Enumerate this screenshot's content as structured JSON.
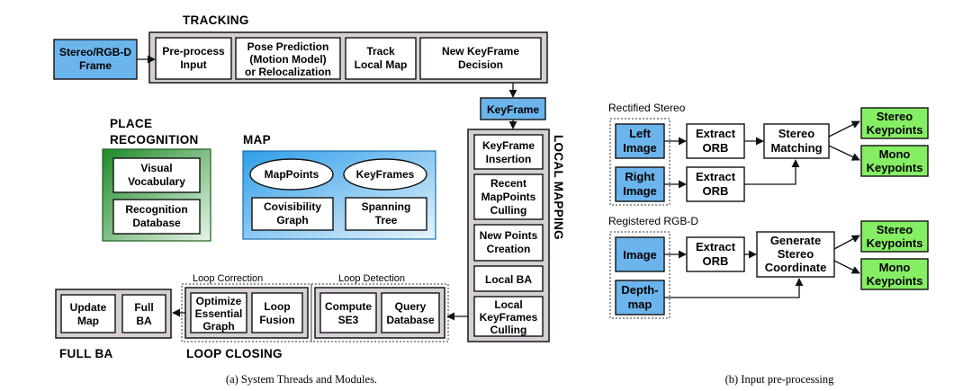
{
  "a": {
    "tracking_title": "TRACKING",
    "input_frame": [
      "Stereo/RGB-D",
      "Frame"
    ],
    "tracking_steps": [
      [
        "Pre-process",
        "Input"
      ],
      [
        "Pose Prediction",
        "(Motion Model)",
        "or Relocalization"
      ],
      [
        "Track",
        "Local Map"
      ],
      [
        "New KeyFrame",
        "Decision"
      ]
    ],
    "keyframe": "KeyFrame",
    "place_recognition_title": [
      "PLACE",
      "RECOGNITION"
    ],
    "place_recognition_items": [
      [
        "Visual",
        "Vocabulary"
      ],
      [
        "Recognition",
        "Database"
      ]
    ],
    "map_title": "MAP",
    "map_items": {
      "mappoints": "MapPoints",
      "keyframes": "KeyFrames",
      "covisibility": [
        "Covisibility",
        "Graph"
      ],
      "spanning": [
        "Spanning",
        "Tree"
      ]
    },
    "local_mapping_title": "LOCAL MAPPING",
    "local_mapping_steps": [
      [
        "KeyFrame",
        "Insertion"
      ],
      [
        "Recent",
        "MapPoints",
        "Culling"
      ],
      [
        "New Points",
        "Creation"
      ],
      [
        "Local BA"
      ],
      [
        "Local",
        "KeyFrames",
        "Culling"
      ]
    ],
    "loop_detection_label": "Loop Detection",
    "loop_detection_steps": [
      [
        "Compute",
        "SE3"
      ],
      [
        "Query",
        "Database"
      ]
    ],
    "loop_correction_label": "Loop Correction",
    "loop_correction_steps": [
      [
        "Optimize",
        "Essential",
        "Graph"
      ],
      [
        "Loop",
        "Fusion"
      ]
    ],
    "loop_closing_title": "LOOP CLOSING",
    "full_ba_steps": [
      [
        "Update",
        "Map"
      ],
      [
        "Full",
        "BA"
      ]
    ],
    "full_ba_title": "FULL BA",
    "caption": "(a) System Threads and Modules."
  },
  "b": {
    "rectified_label": "Rectified Stereo",
    "left_image": [
      "Left",
      "Image"
    ],
    "right_image": [
      "Right",
      "Image"
    ],
    "extract_orb": [
      "Extract",
      "ORB"
    ],
    "stereo_matching": [
      "Stereo",
      "Matching"
    ],
    "stereo_keypoints": [
      "Stereo",
      "Keypoints"
    ],
    "mono_keypoints": [
      "Mono",
      "Keypoints"
    ],
    "registered_label": "Registered RGB-D",
    "image": "Image",
    "depth_map": [
      "Depth-",
      "map"
    ],
    "generate": [
      "Generate",
      "Stereo",
      "Coordinate"
    ],
    "caption": "(b) Input pre-processing"
  },
  "colors": {
    "blue": "#6cb4ec",
    "green": "#86ee64",
    "grey_frame": "#d6cfd6",
    "place_gradient": [
      "#1f8a2a",
      "#e6f5e6"
    ],
    "map_gradient": [
      "#2f9ee8",
      "#e6f3fc"
    ]
  }
}
